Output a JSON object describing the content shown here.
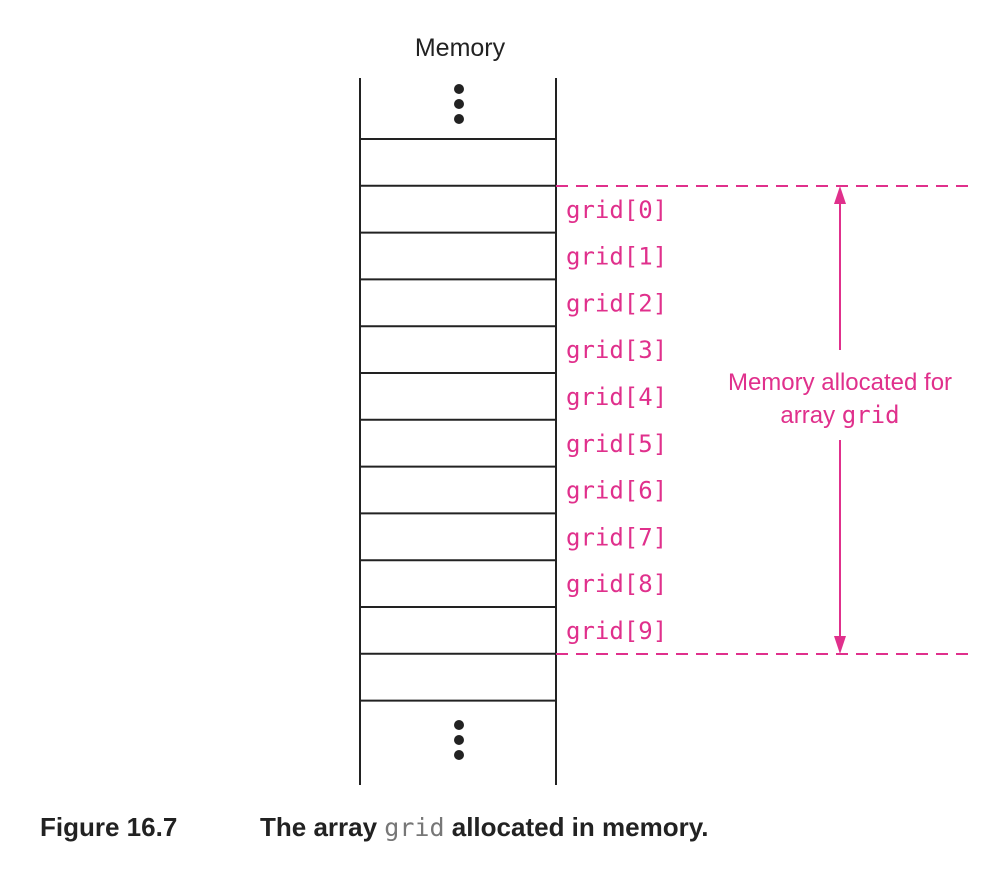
{
  "diagram": {
    "title": "Memory",
    "element_labels": [
      "grid[0]",
      "grid[1]",
      "grid[2]",
      "grid[3]",
      "grid[4]",
      "grid[5]",
      "grid[6]",
      "grid[7]",
      "grid[8]",
      "grid[9]"
    ],
    "annotation_line1": "Memory allocated for",
    "annotation_line2_prefix": "array ",
    "annotation_line2_code": "grid",
    "accent_color": "#e0308c",
    "line_color": "#222222"
  },
  "caption": {
    "label": "Figure 16.7",
    "text_before": "The array ",
    "code": "grid",
    "text_after": " allocated in memory."
  }
}
